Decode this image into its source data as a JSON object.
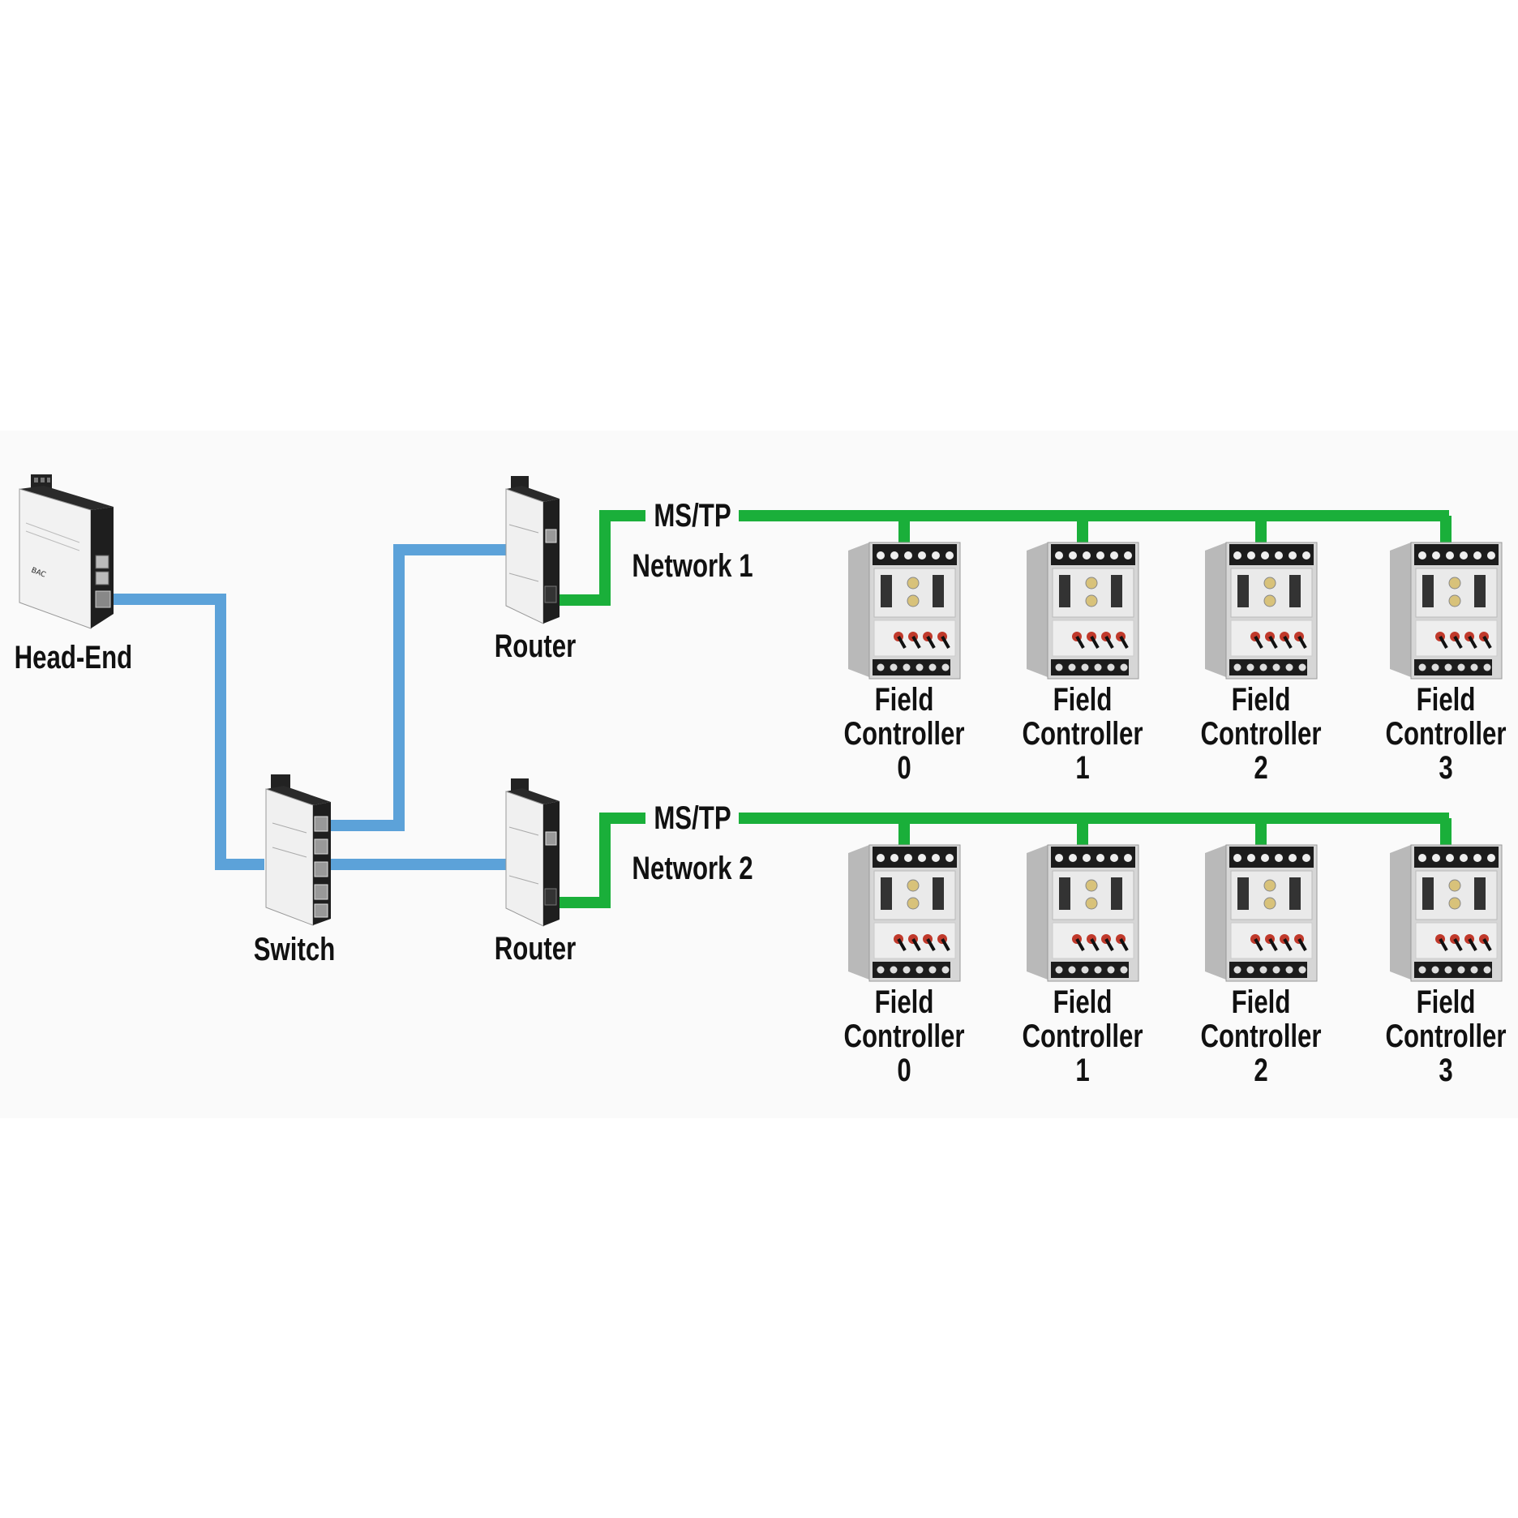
{
  "devices": {
    "head_end": "Head-End",
    "switch": "Switch"
  },
  "networks": [
    {
      "router_label": "Router",
      "protocol": "MS/TP",
      "name": "Network 1",
      "controllers": [
        {
          "line1": "Field",
          "line2": "Controller",
          "number": "0"
        },
        {
          "line1": "Field",
          "line2": "Controller",
          "number": "1"
        },
        {
          "line1": "Field",
          "line2": "Controller",
          "number": "2"
        },
        {
          "line1": "Field",
          "line2": "Controller",
          "number": "3"
        }
      ]
    },
    {
      "router_label": "Router",
      "protocol": "MS/TP",
      "name": "Network 2",
      "controllers": [
        {
          "line1": "Field",
          "line2": "Controller",
          "number": "0"
        },
        {
          "line1": "Field",
          "line2": "Controller",
          "number": "1"
        },
        {
          "line1": "Field",
          "line2": "Controller",
          "number": "2"
        },
        {
          "line1": "Field",
          "line2": "Controller",
          "number": "3"
        }
      ]
    }
  ],
  "colors": {
    "ethernet_link": "#5ca2d9",
    "mstp_bus": "#1aaf3a"
  }
}
